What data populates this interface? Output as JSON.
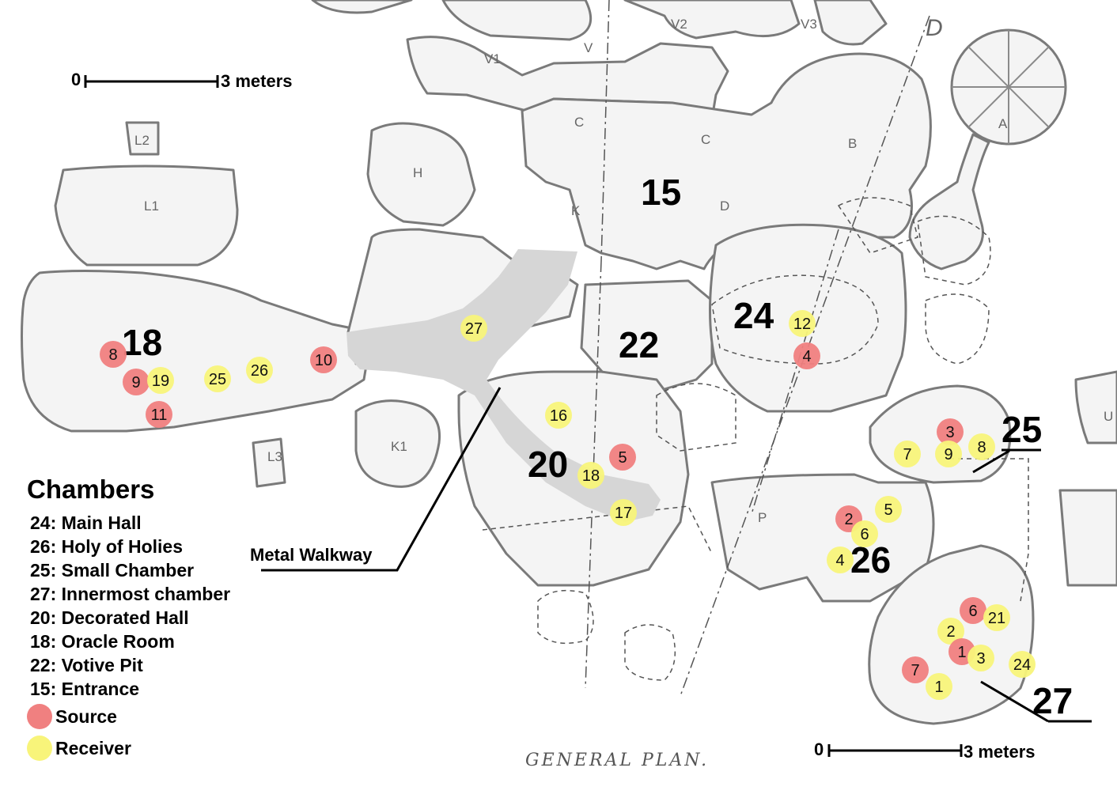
{
  "plan_letters": [
    "V1",
    "V",
    "V2",
    "V3",
    "D",
    "L2",
    "L1",
    "C",
    "C",
    "H",
    "K",
    "D",
    "B",
    "A",
    "L3",
    "K1",
    "P",
    "U"
  ],
  "room_numbers": {
    "r15": "15",
    "r18": "18",
    "r20": "20",
    "r22": "22",
    "r24": "24",
    "r25": "25",
    "r26": "26",
    "r27": "27"
  },
  "scale_top": {
    "zero": "0",
    "label": "3 meters"
  },
  "scale_bottom": {
    "zero": "0",
    "label": "3 meters"
  },
  "walkway_label": "Metal Walkway",
  "caption": "GENERAL PLAN.",
  "legend": {
    "title": "Chambers",
    "items": [
      "24: Main Hall",
      "26: Holy of Holies",
      "25: Small Chamber",
      "27: Innermost chamber",
      "20: Decorated Hall",
      "18: Oracle Room",
      "22: Votive Pit",
      "15: Entrance"
    ],
    "source_label": "Source",
    "receiver_label": "Receiver"
  },
  "colors": {
    "source": "#f08080",
    "receiver": "#f8f47a",
    "walkway": "#d6d6d6"
  },
  "markers": [
    {
      "type": "source",
      "label": "8",
      "room": "18"
    },
    {
      "type": "source",
      "label": "9",
      "room": "18"
    },
    {
      "type": "receiver",
      "label": "19",
      "room": "18"
    },
    {
      "type": "receiver",
      "label": "25",
      "room": "18"
    },
    {
      "type": "receiver",
      "label": "26",
      "room": "18"
    },
    {
      "type": "source",
      "label": "10",
      "room": "18"
    },
    {
      "type": "source",
      "label": "11",
      "room": "18"
    },
    {
      "type": "receiver",
      "label": "27",
      "room": "walkway"
    },
    {
      "type": "receiver",
      "label": "16",
      "room": "20"
    },
    {
      "type": "source",
      "label": "5",
      "room": "20"
    },
    {
      "type": "receiver",
      "label": "18",
      "room": "20"
    },
    {
      "type": "receiver",
      "label": "17",
      "room": "20"
    },
    {
      "type": "receiver",
      "label": "12",
      "room": "24"
    },
    {
      "type": "source",
      "label": "4",
      "room": "24"
    },
    {
      "type": "source",
      "label": "3",
      "room": "25"
    },
    {
      "type": "receiver",
      "label": "7",
      "room": "25"
    },
    {
      "type": "receiver",
      "label": "9",
      "room": "25"
    },
    {
      "type": "receiver",
      "label": "8",
      "room": "25"
    },
    {
      "type": "source",
      "label": "2",
      "room": "26"
    },
    {
      "type": "receiver",
      "label": "6",
      "room": "26"
    },
    {
      "type": "receiver",
      "label": "5",
      "room": "26"
    },
    {
      "type": "receiver",
      "label": "4",
      "room": "26"
    },
    {
      "type": "source",
      "label": "6",
      "room": "27"
    },
    {
      "type": "receiver",
      "label": "21",
      "room": "27"
    },
    {
      "type": "receiver",
      "label": "2",
      "room": "27"
    },
    {
      "type": "source",
      "label": "1",
      "room": "27"
    },
    {
      "type": "receiver",
      "label": "3",
      "room": "27"
    },
    {
      "type": "receiver",
      "label": "24",
      "room": "27"
    },
    {
      "type": "source",
      "label": "7",
      "room": "27"
    },
    {
      "type": "receiver",
      "label": "1",
      "room": "27"
    }
  ]
}
